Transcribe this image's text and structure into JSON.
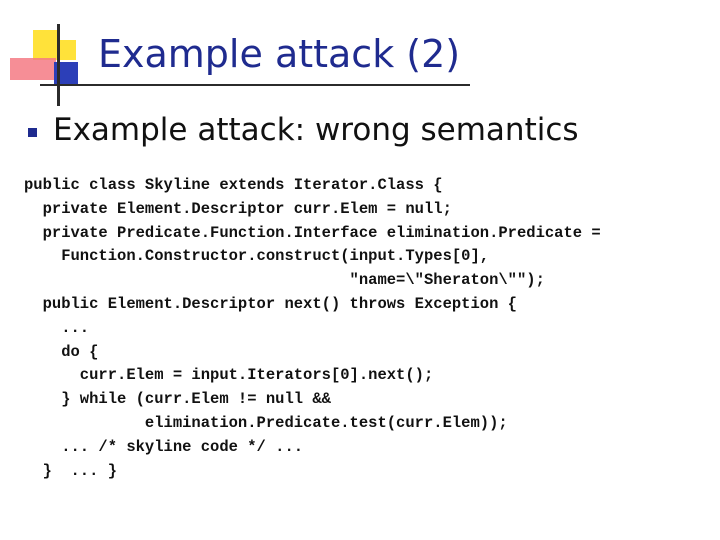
{
  "slide": {
    "title": "Example attack (2)",
    "bullet": "Example attack: wrong semantics",
    "accent_color": "#1f2b8f",
    "code_lines": [
      "public class Skyline extends Iterator.Class {",
      "  private Element.Descriptor curr.Elem = null;",
      "  private Predicate.Function.Interface elimination.Predicate =",
      "    Function.Constructor.construct(input.Types[0],",
      "                                   \"name=\\\"Sheraton\\\"\");",
      "  public Element.Descriptor next() throws Exception {",
      "    ...",
      "    do {",
      "      curr.Elem = input.Iterators[0].next();",
      "    } while (curr.Elem != null &&",
      "             elimination.Predicate.test(curr.Elem));",
      "    ... /* skyline code */ ...",
      "  }  ... }"
    ]
  }
}
